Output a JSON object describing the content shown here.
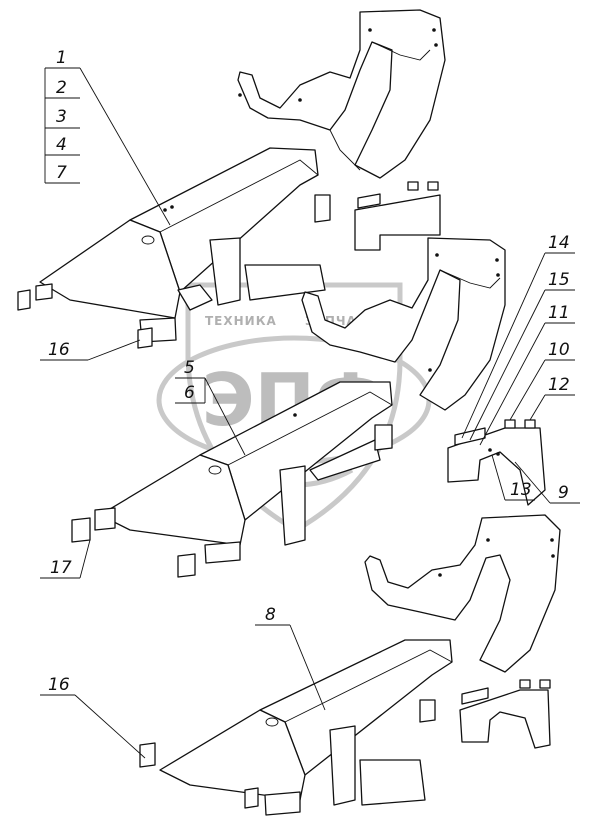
{
  "watermark": {
    "brand_letters": "ЭПФ",
    "tagline_left": "ТЕХНИКА",
    "tagline_right": "ЗАПЧАСТИ"
  },
  "callouts": {
    "stack_top": [
      "1",
      "2",
      "3",
      "4",
      "7"
    ],
    "stack_mid": [
      "5",
      "6"
    ],
    "right_side": [
      "14",
      "15",
      "11",
      "10",
      "12"
    ],
    "bottom_right": [
      "13",
      "9"
    ],
    "left_16_top": "16",
    "left_17": "17",
    "label_8": "8",
    "left_16_bottom": "16"
  }
}
